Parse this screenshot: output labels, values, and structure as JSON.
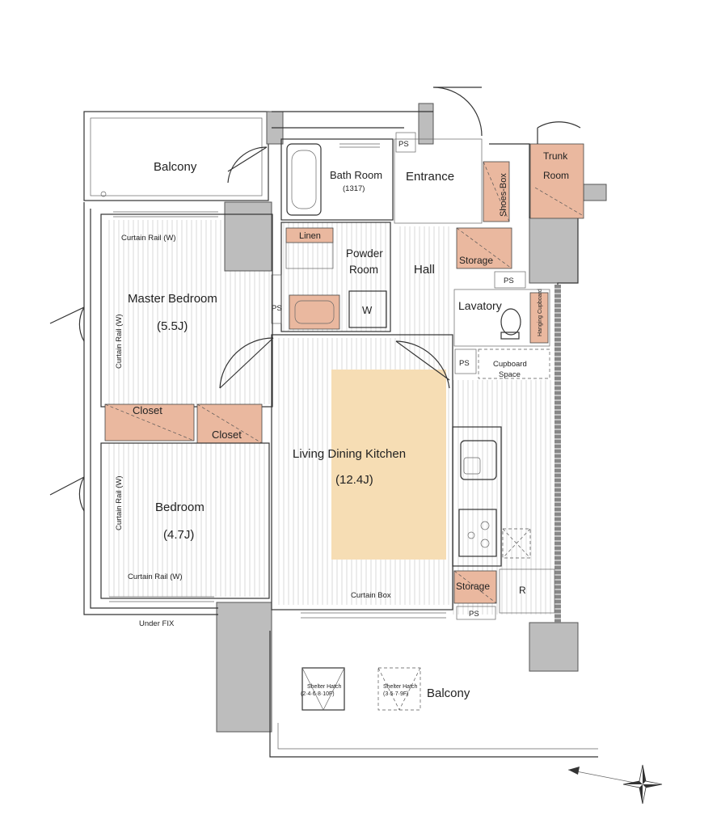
{
  "rooms": {
    "balcony_top": "Balcony",
    "bath_room": "Bath Room",
    "bath_size": "(1317)",
    "entrance": "Entrance",
    "trunk_room_1": "Trunk",
    "trunk_room_2": "Room",
    "shoes_box": "Shoes-Box",
    "linen": "Linen",
    "powder_room_1": "Powder",
    "powder_room_2": "Room",
    "washer": "W",
    "hall": "Hall",
    "storage_hall": "Storage",
    "lavatory": "Lavatory",
    "hanging_cupboard": "Hanging Cupboard",
    "cupboard_space_1": "Cupboard",
    "cupboard_space_2": "Space",
    "master_bedroom": "Master Bedroom",
    "master_bedroom_size": "(5.5J)",
    "closet_1": "Closet",
    "closet_2": "Closet",
    "ldk": "Living Dining Kitchen",
    "ldk_size": "(12.4J)",
    "bedroom": "Bedroom",
    "bedroom_size": "(4.7J)",
    "storage_kitchen": "Storage",
    "refrigerator": "R",
    "curtain_box": "Curtain Box",
    "under_fix": "Under FIX",
    "balcony_bottom": "Balcony",
    "shelter_hatch_1": "Shelter Hatch",
    "shelter_hatch_1_floors": "(2·4·6·8·10F)",
    "shelter_hatch_2": "Shelter Hatch",
    "shelter_hatch_2_floors": "(3·5·7·9F)"
  },
  "ps_labels": [
    "PS",
    "PS",
    "PS",
    "PS",
    "PS"
  ],
  "curtain_rails": {
    "master_top": "Curtain Rail (W)",
    "master_side": "Curtain Rail (W)",
    "bedroom_side": "Curtain Rail (W)",
    "bedroom_bottom": "Curtain Rail (W)"
  },
  "colors": {
    "storage": "#eab89f",
    "rug": "#f6ddb4",
    "wall": "#bdbdbd"
  },
  "icons": [
    "compass-rose-icon",
    "stove-burner-icon",
    "sink-icon",
    "bathtub-icon",
    "toilet-icon"
  ]
}
